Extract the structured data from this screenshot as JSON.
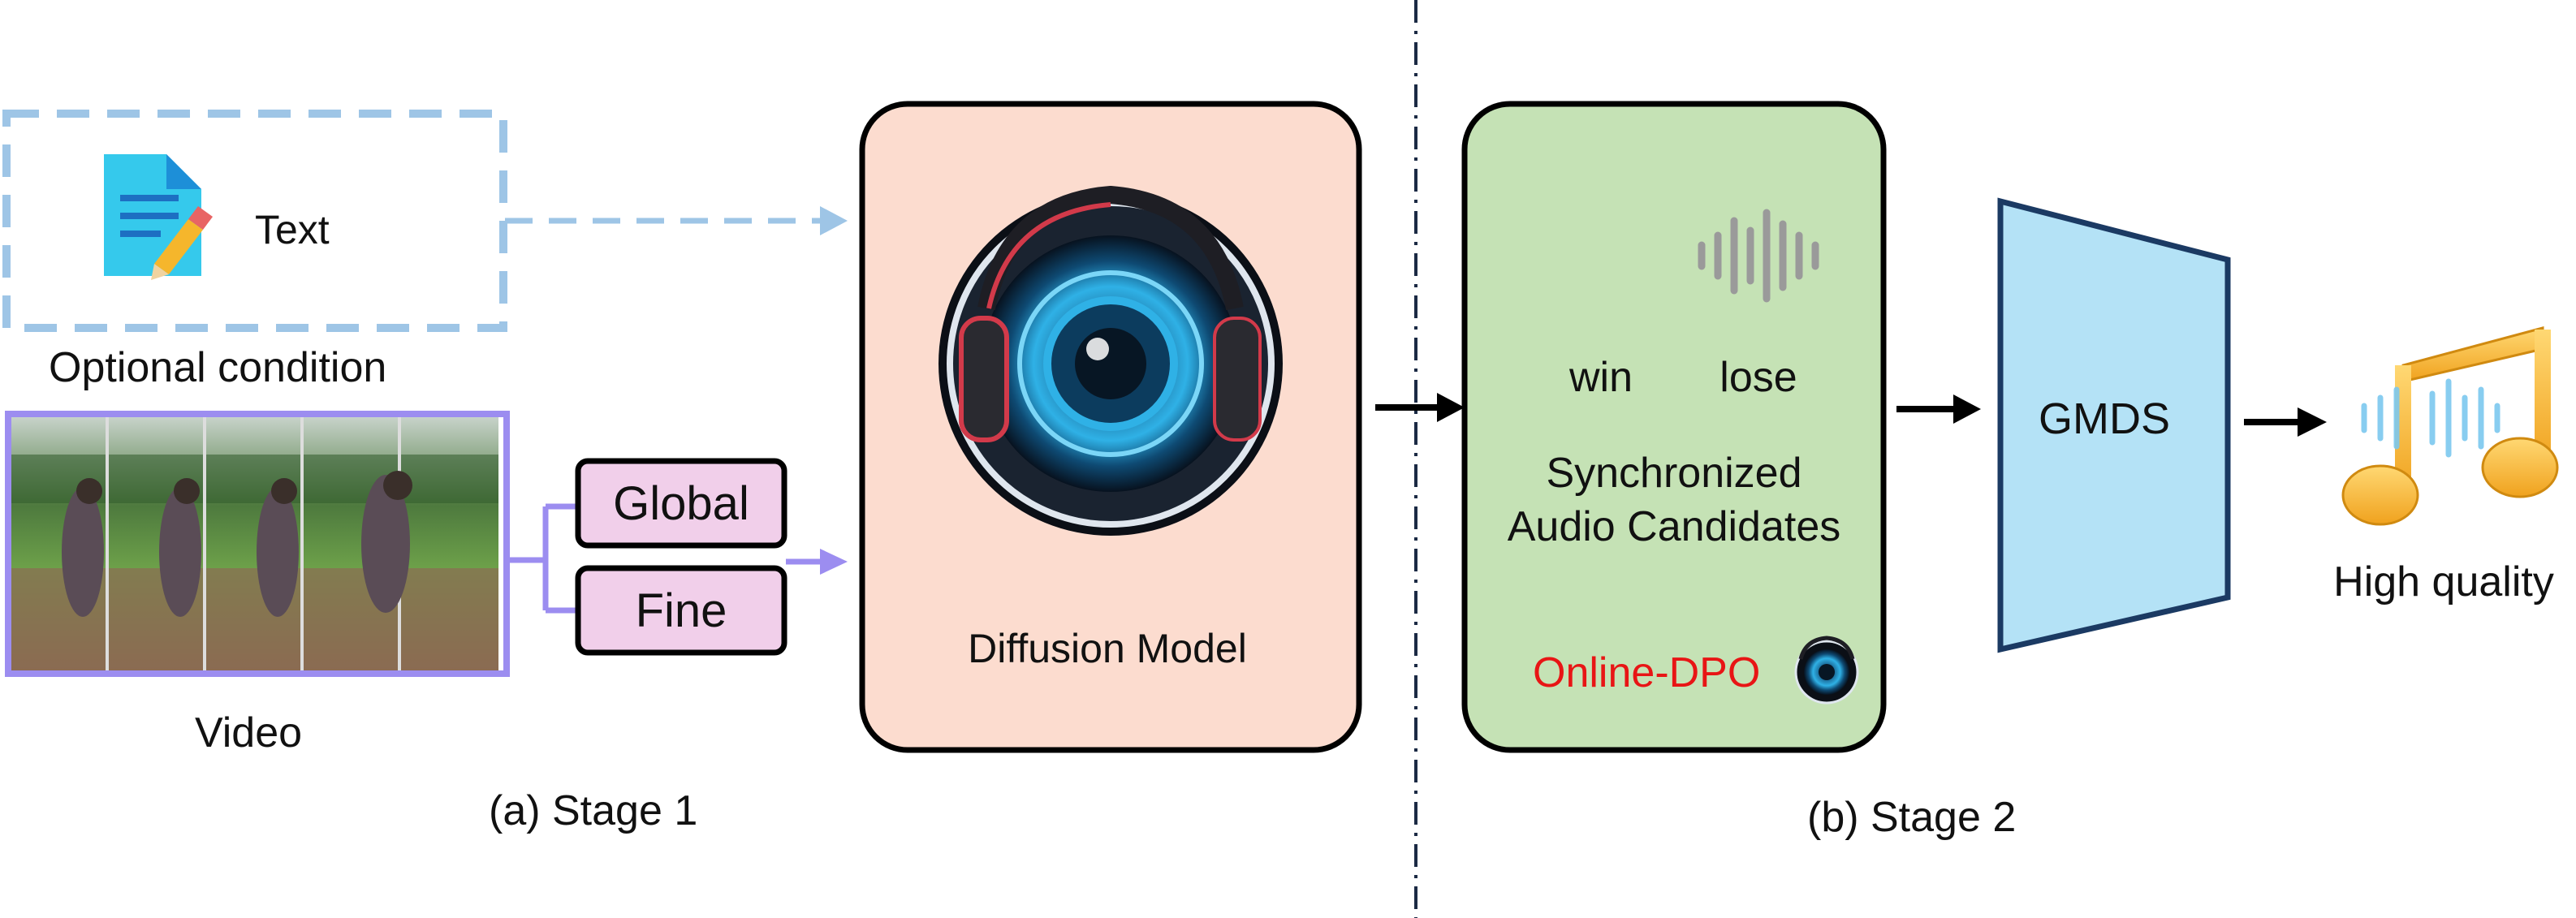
{
  "stage1": {
    "text_label": "Text",
    "optional_condition": "Optional condition",
    "video_label": "Video",
    "global_label": "Global",
    "fine_label": "Fine",
    "diffusion_label": "Diffusion Model",
    "caption": "(a)  Stage 1"
  },
  "stage2": {
    "win_label": "win",
    "lose_label": "lose",
    "candidates_line1": "Synchronized",
    "candidates_line2": "Audio Candidates",
    "online_dpo": "Online-DPO",
    "gmds_label": "GMDS",
    "output_label": "High quality",
    "caption": "(b)  Stage 2"
  },
  "colors": {
    "text_box_border": "#9ec5e6",
    "video_border": "#9c8df0",
    "global_fine_fill": "#f1cfea",
    "diffusion_fill": "#fcdccf",
    "candidates_fill": "#c5e2b5",
    "gmds_fill": "#b4e2f6",
    "gmds_stroke": "#1b3a63",
    "online_dpo": "#e81515",
    "win_wave_start": "#5a6cf0",
    "win_wave_end": "#c13be0",
    "lose_wave": "#9a9a9a",
    "note_gold": "#f5b62c"
  }
}
